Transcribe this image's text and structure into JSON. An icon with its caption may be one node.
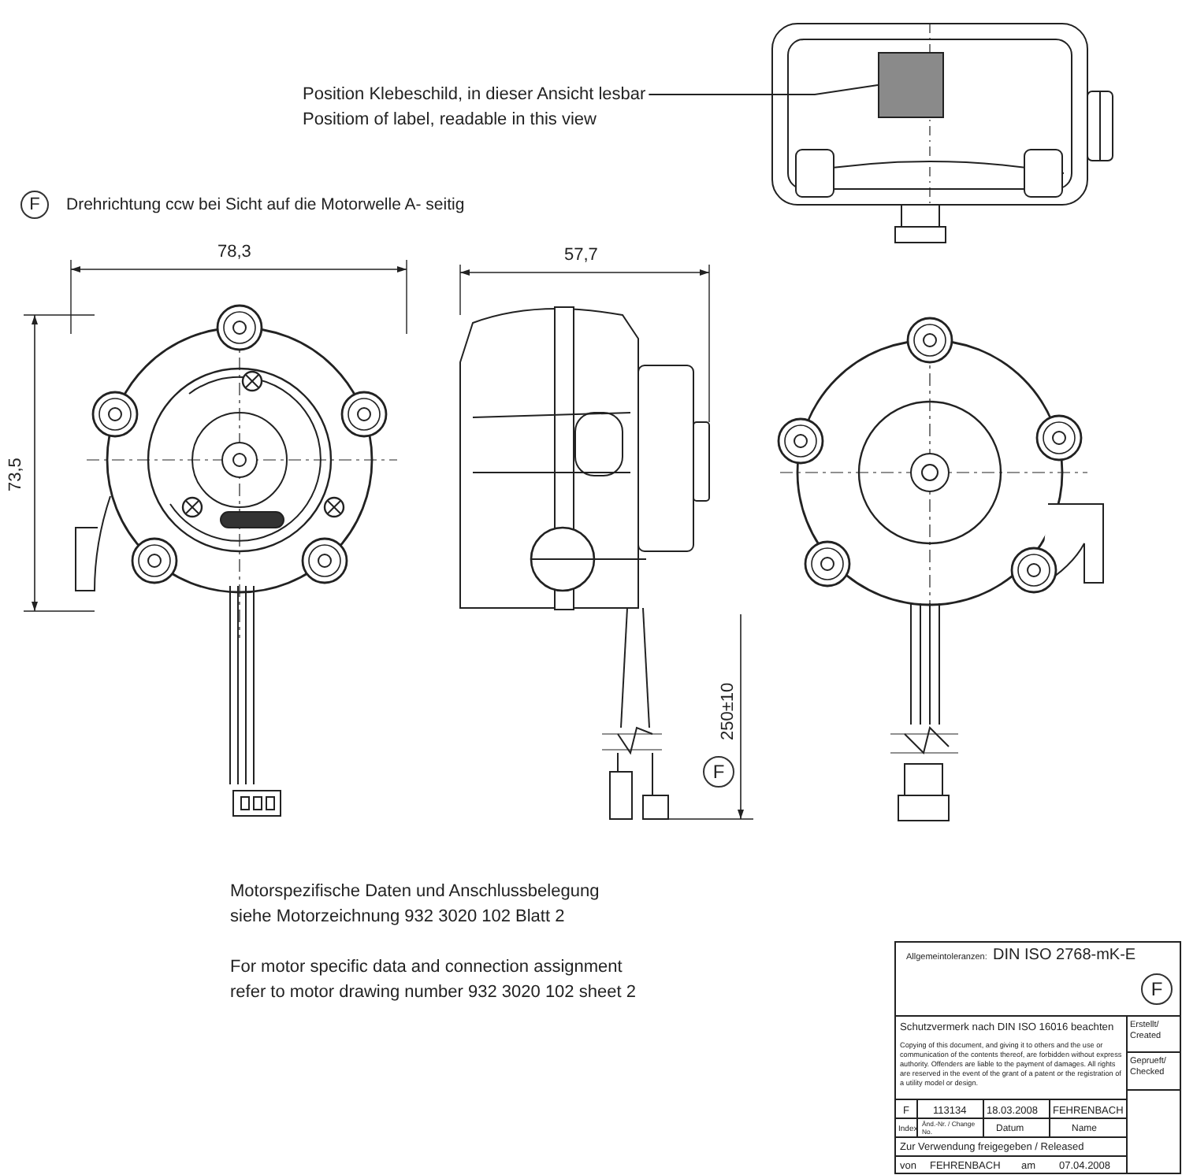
{
  "diagram": {
    "nodes": [
      {
        "text": [
          "Position Klebeschild, in dieser Ansicht lesbar",
          "Positiom of label, readable in this view"
        ]
      },
      {
        "text": [],
        "shape": "box"
      },
      {
        "text": [
          "F"
        ]
      },
      {
        "text": [
          "F"
        ]
      },
      {
        "text": [
          "F"
        ]
      }
    ],
    "edges": [
      {
        "from": 0,
        "to": 1,
        "arrow": "none"
      }
    ],
    "labels": [
      "Drehrichtung ccw bei Sicht auf die Motorwelle A- seitig",
      "78,3",
      "57,7",
      "73,5",
      "250±10",
      "Motorspezifische Daten und Anschlussbelegung siehe Motorzeichnung 932 3020 102 Blatt 2",
      "For motor specific data and connection assignment refer to motor drawing number 932 3020 102 sheet 2",
      "Allgemeintoleranzen:",
      "DIN ISO 2768-mK-E",
      "Schutzvermerk nach DIN ISO 16016 beachten",
      "Copying of this document, and giving it to others and the use or communication of the contents thereof, are forbidden without express authority. Offenders are liable to the payment of damages. All rights are reserved in the event of the grant of a patent or the registration of a utility model or design.",
      "Erstellt/ Created",
      "Geprueft/ Checked",
      "F",
      "113134",
      "18.03.2008",
      "FEHRENBACH",
      "Index",
      "Änd.-Nr. / Change No.",
      "Datum",
      "Name",
      "Zur Verwendung freigegeben / Released",
      "von",
      "FEHRENBACH",
      "am",
      "07.04.2008"
    ]
  }
}
